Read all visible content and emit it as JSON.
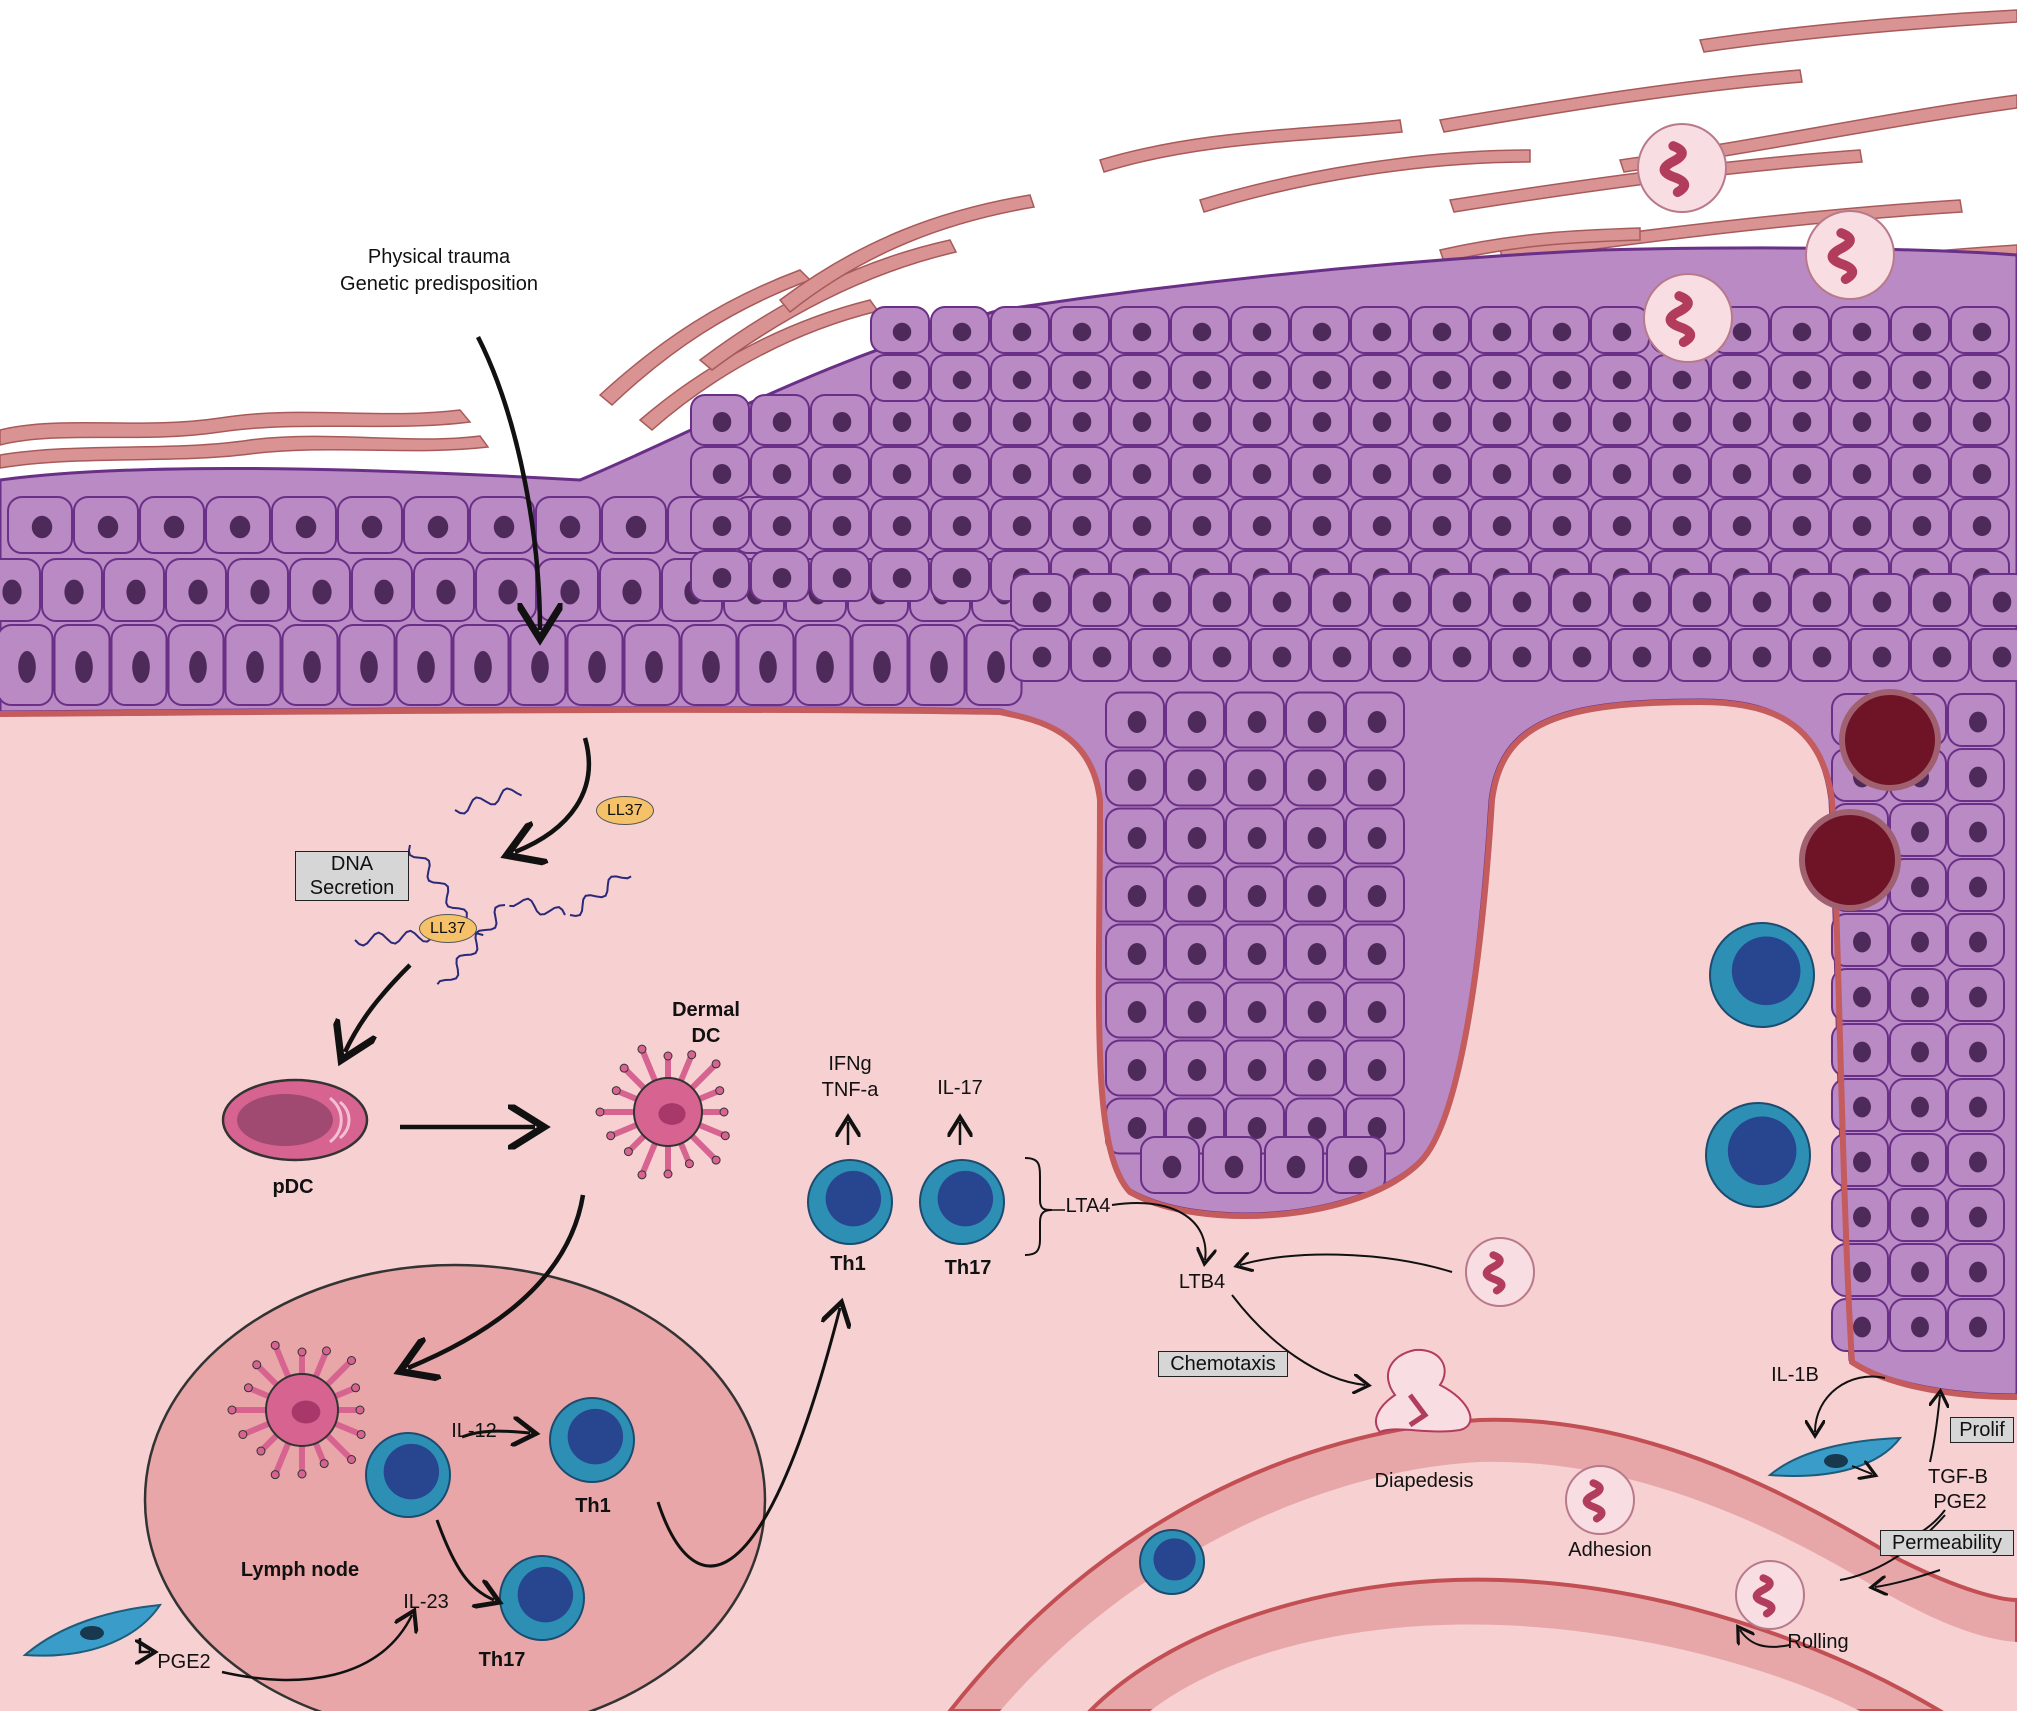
{
  "labels": {
    "trigger_1": "Physical trauma",
    "trigger_2": "Genetic predisposition",
    "ll37_a": "LL37",
    "ll37_b": "LL37",
    "dna_secretion_1": "DNA",
    "dna_secretion_2": "Secretion",
    "pdc": "pDC",
    "dermal_dc_1": "Dermal",
    "dermal_dc_2": "DC",
    "ifng": "IFNg",
    "tnfa": "TNF-a",
    "il17": "IL-17",
    "th1_top": "Th1",
    "th17_top": "Th17",
    "lta4": "LTA4",
    "ltb4": "LTB4",
    "chemotaxis": "Chemotaxis",
    "diapedesis": "Diapedesis",
    "adhesion": "Adhesion",
    "rolling": "Rolling",
    "il1b": "IL-1B",
    "prolif": "Prolif",
    "tgfb": "TGF-B",
    "pge2_right": "PGE2",
    "permeability": "Permeability",
    "il12": "IL-12",
    "th1_node": "Th1",
    "th17_node": "Th17",
    "il23": "IL-23",
    "lymph_node": "Lymph node",
    "pge2_left": "PGE2"
  },
  "colors": {
    "dermis": "#f7d0d1",
    "epidermis_cell": "#b98ac4",
    "epidermis_outline": "#6a2f86",
    "nucleus": "#4e2a5a",
    "basement": "#c45b5d",
    "stratum_corneum": "#d99393",
    "lymph_node": "#e8a6a8",
    "t_cell_rim": "#2e8fb5",
    "t_cell_core": "#27468f",
    "dc_pink": "#d76490",
    "neutrophil": "#f8dde3",
    "neutrophil_nucleus": "#b23c5c",
    "mast_cell": "#6e1426",
    "vessel": "#e7a7a9",
    "fibroblast": "#3a9dc9",
    "label_box": "#d6d6d6",
    "ll37": "#f5c26a"
  }
}
